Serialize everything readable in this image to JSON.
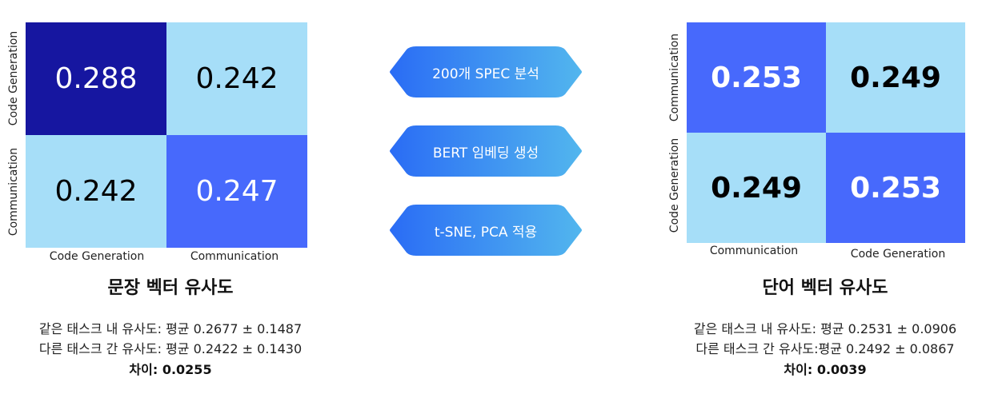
{
  "chart_data": [
    {
      "type": "heatmap",
      "title": "문장 벡터 유사도",
      "x_labels": [
        "Code Generation",
        "Communication"
      ],
      "y_labels": [
        "Code Generation",
        "Communication"
      ],
      "values": [
        [
          0.288,
          0.242
        ],
        [
          0.242,
          0.247
        ]
      ],
      "colors": [
        [
          "#1616a0",
          "#a6def8"
        ],
        [
          "#a6def8",
          "#4769fc"
        ]
      ],
      "text_colors": [
        [
          "#ffffff",
          "#000000"
        ],
        [
          "#000000",
          "#ffffff"
        ]
      ],
      "stats": {
        "within": "같은 태스크 내 유사도: 평균 0.2677 ± 0.1487",
        "between": "다른 태스크 간 유사도: 평균 0.2422 ± 0.1430",
        "difference": "차이: 0.0255"
      }
    },
    {
      "type": "heatmap",
      "title": "단어 벡터 유사도",
      "x_labels": [
        "Communication",
        "Code Generation"
      ],
      "y_labels": [
        "Communication",
        "Code Generation"
      ],
      "values": [
        [
          0.253,
          0.249
        ],
        [
          0.249,
          0.253
        ]
      ],
      "colors": [
        [
          "#4769fc",
          "#a6def8"
        ],
        [
          "#a6def8",
          "#4769fc"
        ]
      ],
      "text_colors": [
        [
          "#ffffff",
          "#000000"
        ],
        [
          "#000000",
          "#ffffff"
        ]
      ],
      "stats": {
        "within": "같은 태스크 내 유사도: 평균 0.2531 ± 0.0906",
        "between": "다른 태스크 간 유사도:평균 0.2492 ± 0.0867",
        "difference": "차이: 0.0039"
      }
    }
  ],
  "process_steps": [
    "200개 SPEC 분석",
    "BERT 임베딩 생성",
    "t-SNE, PCA 적용"
  ],
  "step_gradient": [
    "#2a6cf5",
    "#52b6ee"
  ]
}
